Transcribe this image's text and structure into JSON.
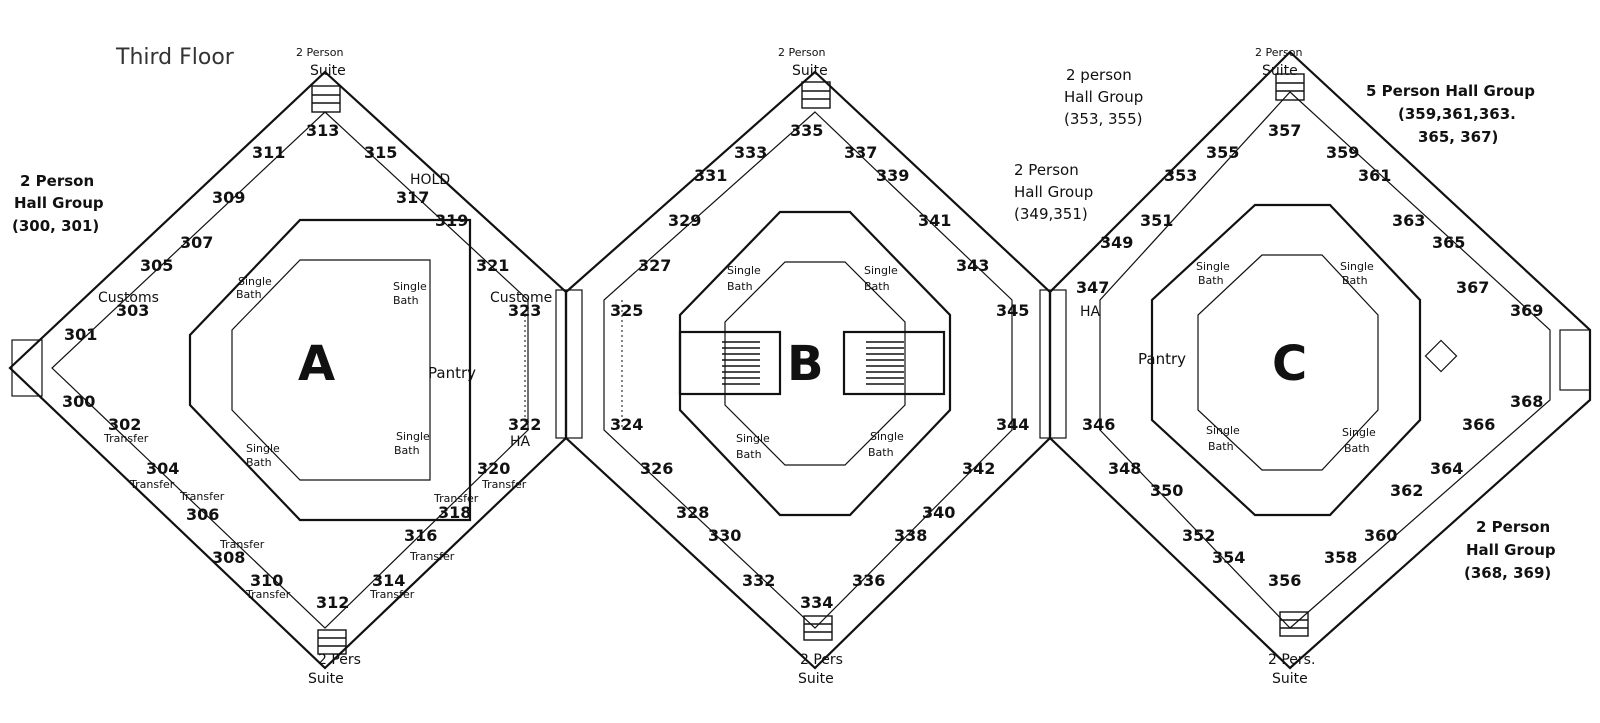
{
  "title": "Third Floor",
  "blocks": {
    "a": {
      "letter": "A",
      "pantry": "Pantry",
      "bath": [
        "Single",
        "Bath"
      ]
    },
    "b": {
      "letter": "B",
      "bath": [
        "Single",
        "Bath"
      ]
    },
    "c": {
      "letter": "C",
      "pantry": "Pantry",
      "bath": [
        "Single",
        "Bath"
      ]
    }
  },
  "rooms": {
    "r300": "300",
    "r301": "301",
    "r302": "302",
    "r303": "303",
    "r304": "304",
    "r305": "305",
    "r306": "306",
    "r307": "307",
    "r308": "308",
    "r309": "309",
    "r310": "310",
    "r311": "311",
    "r312": "312",
    "r313": "313",
    "r314": "314",
    "r315": "315",
    "r316": "316",
    "r317": "317",
    "r318": "318",
    "r319": "319",
    "r320": "320",
    "r321": "321",
    "r322": "322",
    "r323": "323",
    "r324": "324",
    "r325": "325",
    "r326": "326",
    "r327": "327",
    "r328": "328",
    "r329": "329",
    "r330": "330",
    "r331": "331",
    "r332": "332",
    "r333": "333",
    "r334": "334",
    "r335": "335",
    "r336": "336",
    "r337": "337",
    "r338": "338",
    "r339": "339",
    "r340": "340",
    "r341": "341",
    "r342": "342",
    "r343": "343",
    "r344": "344",
    "r345": "345",
    "r346": "346",
    "r347": "347",
    "r348": "348",
    "r349": "349",
    "r350": "350",
    "r351": "351",
    "r352": "352",
    "r353": "353",
    "r354": "354",
    "r355": "355",
    "r356": "356",
    "r357": "357",
    "r358": "358",
    "r359": "359",
    "r360": "360",
    "r361": "361",
    "r362": "362",
    "r363": "363",
    "r364": "364",
    "r365": "365",
    "r366": "366",
    "r367": "367",
    "r368": "368",
    "r369": "369"
  },
  "tags": {
    "customs": "Customs",
    "customs_cut": "Custome",
    "transfer": "Transfer",
    "hold": "HOLD",
    "ha": "HA",
    "suite_2person": [
      "2 Person",
      "Suite"
    ],
    "suite_2pers": [
      "2 Pers",
      "Suite"
    ],
    "suite_2pers_dot": [
      "2 Pers.",
      "Suite"
    ]
  },
  "groups": {
    "g300": [
      "2 Person",
      "Hall Group",
      "(300, 301)"
    ],
    "g353": [
      "2 person",
      "Hall Group",
      "(353, 355)"
    ],
    "g349": [
      "2 Person",
      "Hall Group",
      "(349,351)"
    ],
    "g359": [
      "5 Person Hall Group",
      "(359,361,363.",
      "365, 367)"
    ],
    "g368": [
      "2 Person",
      "Hall Group",
      "(368, 369)"
    ]
  }
}
